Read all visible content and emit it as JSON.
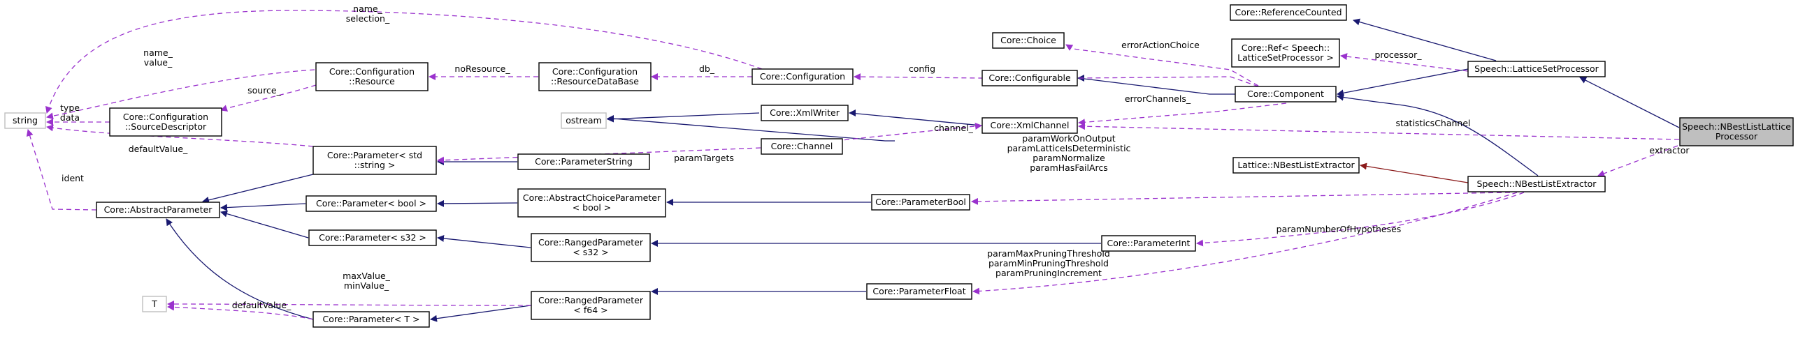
{
  "nodes": {
    "string": {
      "lines": [
        "string"
      ]
    },
    "ostream": {
      "lines": [
        "ostream"
      ]
    },
    "T": {
      "lines": [
        "T"
      ]
    },
    "abstract_parameter": {
      "lines": [
        "Core::AbstractParameter"
      ]
    },
    "param_std_string": {
      "lines": [
        "Core::Parameter< std",
        "::string >"
      ]
    },
    "param_bool": {
      "lines": [
        "Core::Parameter< bool >"
      ]
    },
    "param_s32": {
      "lines": [
        "Core::Parameter< s32 >"
      ]
    },
    "param_T": {
      "lines": [
        "Core::Parameter< T >"
      ]
    },
    "config_resource": {
      "lines": [
        "Core::Configuration",
        "::Resource"
      ]
    },
    "config_source_descriptor": {
      "lines": [
        "Core::Configuration",
        "::SourceDescriptor"
      ]
    },
    "config_resource_database": {
      "lines": [
        "Core::Configuration",
        "::ResourceDataBase"
      ]
    },
    "parameter_string": {
      "lines": [
        "Core::ParameterString"
      ]
    },
    "abstract_choice_parameter": {
      "lines": [
        "Core::AbstractChoiceParameter",
        "< bool >"
      ]
    },
    "ranged_parameter_s32": {
      "lines": [
        "Core::RangedParameter",
        "< s32 >"
      ]
    },
    "ranged_parameter_f64": {
      "lines": [
        "Core::RangedParameter",
        "< f64 >"
      ]
    },
    "configuration": {
      "lines": [
        "Core::Configuration"
      ]
    },
    "xml_writer": {
      "lines": [
        "Core::XmlWriter"
      ]
    },
    "channel": {
      "lines": [
        "Core::Channel"
      ]
    },
    "choice": {
      "lines": [
        "Core::Choice"
      ]
    },
    "configurable": {
      "lines": [
        "Core::Configurable"
      ]
    },
    "xml_channel": {
      "lines": [
        "Core::XmlChannel"
      ]
    },
    "parameter_bool": {
      "lines": [
        "Core::ParameterBool"
      ]
    },
    "parameter_int": {
      "lines": [
        "Core::ParameterInt"
      ]
    },
    "parameter_float": {
      "lines": [
        "Core::ParameterFloat"
      ]
    },
    "reference_counted": {
      "lines": [
        "Core::ReferenceCounted"
      ]
    },
    "core_ref": {
      "lines": [
        "Core::Ref< Speech::",
        "LatticeSetProcessor >"
      ]
    },
    "component": {
      "lines": [
        "Core::Component"
      ]
    },
    "lattice_nbest_extractor": {
      "lines": [
        "Lattice::NBestListExtractor"
      ]
    },
    "lattice_set_processor": {
      "lines": [
        "Speech::LatticeSetProcessor"
      ]
    },
    "speech_nbest_extractor": {
      "lines": [
        "Speech::NBestListExtractor"
      ]
    },
    "nbest_list_lattice_processor": {
      "lines": [
        "Speech::NBestListLattice",
        "Processor"
      ]
    }
  },
  "edge_labels": {
    "name_selection": [
      "name_",
      "selection_"
    ],
    "name_value": [
      "name_",
      "value_"
    ],
    "source": [
      "source_"
    ],
    "type_data": [
      "type",
      "data"
    ],
    "default_value": [
      "defaultValue_"
    ],
    "ident": [
      "ident"
    ],
    "no_resource": [
      "noResource_"
    ],
    "db": [
      "db_"
    ],
    "config": [
      "config"
    ],
    "error_action_choice": [
      "errorActionChoice"
    ],
    "processor": [
      "processor_"
    ],
    "error_channels": [
      "errorChannels_"
    ],
    "channel": [
      "channel_"
    ],
    "statistics_channel": [
      "statisticsChannel"
    ],
    "param_targets": [
      "paramTargets"
    ],
    "extractor": [
      "extractor"
    ],
    "param_bool_group": [
      "paramWorkOnOutput",
      "paramLatticeIsDeterministic",
      "paramNormalize",
      "paramHasFailArcs"
    ],
    "param_number_of_hypotheses": [
      "paramNumberOfHypotheses"
    ],
    "max_min_value": [
      "maxValue_",
      "minValue_"
    ],
    "default_value_T": [
      "defaultValue_"
    ],
    "param_float_group": [
      "paramMaxPruningThreshold",
      "paramMinPruningThreshold",
      "paramPruningIncrement"
    ]
  },
  "colors": {
    "inheritance": "#191970",
    "private_inheritance": "#8b1a1a",
    "usage": "#9a32cd",
    "external_border": "#bfbfbf",
    "focus_fill": "#bfbfbf"
  }
}
